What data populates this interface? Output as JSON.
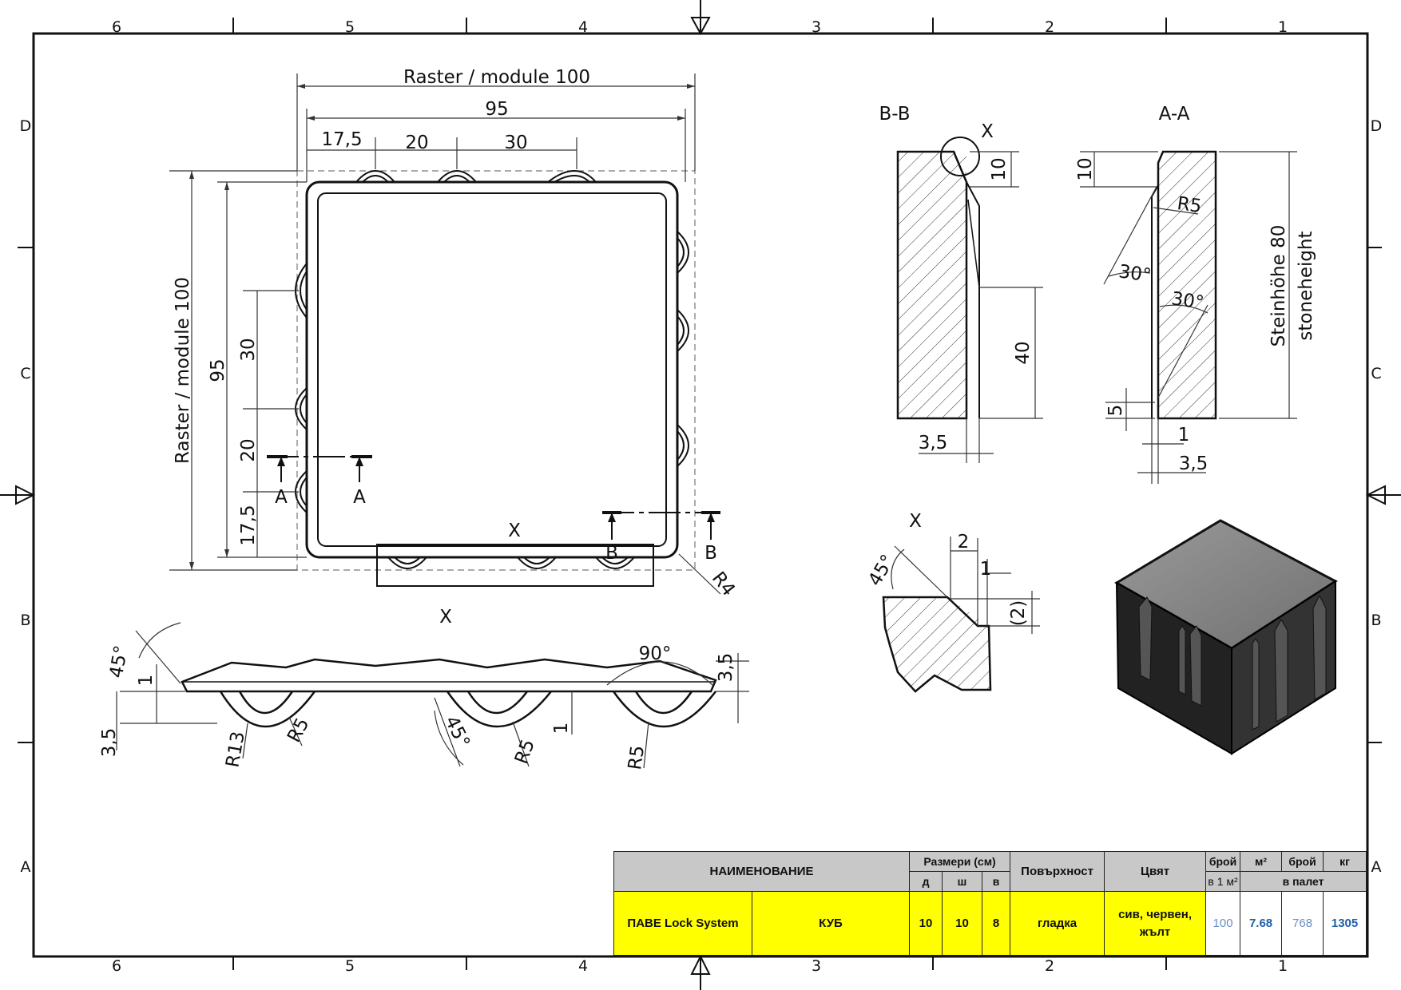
{
  "frame": {
    "top_numbers": [
      "6",
      "5",
      "4",
      "3",
      "2",
      "1"
    ],
    "bottom_numbers": [
      "6",
      "5",
      "4",
      "3",
      "2",
      "1"
    ],
    "side_letters": [
      "D",
      "C",
      "B",
      "A"
    ]
  },
  "top_view": {
    "dim_raster_h": "Raster / module 100",
    "dim_95_h": "95",
    "dim_17_5_top": "17,5",
    "dim_20_top": "20",
    "dim_30_top": "30",
    "dim_raster_v": "Raster / module 100",
    "dim_95_v": "95",
    "dim_30_left": "30",
    "dim_20_left": "20",
    "dim_17_5_left": "17,5",
    "section_a_left": "A",
    "section_a_right": "A",
    "section_b_left": "B",
    "section_b_right": "B",
    "detail_x": "X",
    "radius_r4": "R4"
  },
  "side_view": {
    "label_x": "X",
    "angle_45_left": "45°",
    "dim_1_left": "1",
    "dim_3_5_left": "3,5",
    "radius_r13": "R13",
    "radius_r5_a": "R5",
    "angle_45_mid": "45°",
    "radius_r5_b": "R5",
    "dim_1_mid": "1",
    "radius_r5_c": "R5",
    "angle_90": "90°",
    "dim_3_5_right": "3,5"
  },
  "section_bb": {
    "title": "B-B",
    "detail_x": "X",
    "dim_10": "10",
    "dim_40": "40",
    "dim_3_5": "3,5"
  },
  "section_aa": {
    "title": "A-A",
    "dim_10": "10",
    "radius_r5": "R5",
    "angle_30_a": "30°",
    "angle_30_b": "30°",
    "dim_5": "5",
    "dim_1": "1",
    "dim_3_5": "3,5",
    "height_label_1": "Steinhöhe 80",
    "height_label_2": "stoneheight"
  },
  "detail_x": {
    "title": "X",
    "angle_45": "45°",
    "dim_2": "2",
    "dim_1": "1",
    "dim_2_paren": "(2)"
  },
  "title_block": {
    "col_name": "НАИМЕНОВАНИЕ",
    "col_dims": "Размери (см)",
    "col_d": "д",
    "col_sh": "ш",
    "col_v": "в",
    "col_surface": "Повърхност",
    "col_color": "Цвят",
    "col_count": "брой",
    "col_count_sub": "в 1 м²",
    "col_m2": "м²",
    "col_count2": "брой",
    "col_kg": "кг",
    "col_pallet": "в палет",
    "row": {
      "name": "ПАВЕ Lock System",
      "type": "КУБ",
      "d": "10",
      "sh": "10",
      "v": "8",
      "surface": "гладка",
      "color": "сив, червен, жълт",
      "count_m2": "100",
      "m2": "7.68",
      "count_pallet": "768",
      "kg": "1305"
    }
  }
}
